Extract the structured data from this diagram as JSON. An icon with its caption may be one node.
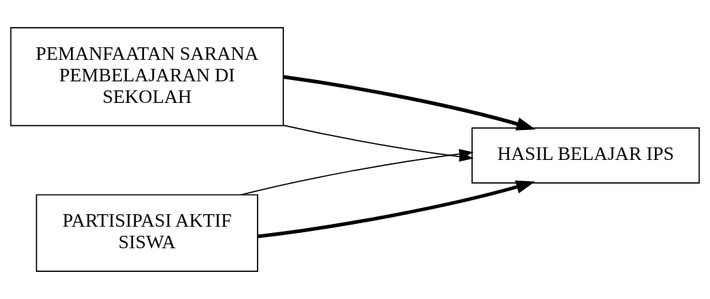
{
  "diagram": {
    "nodes": [
      {
        "text": [
          "PEMANFAATAN SARANA PEMBELAJARAN DI SEKOLAH"
        ]
      },
      {
        "text": [
          "PARTISIPASI AKTIF SISWA"
        ]
      },
      {
        "text": [
          "HASIL BELAJAR IPS"
        ]
      }
    ],
    "edges": [
      {
        "from": 0,
        "to": 2,
        "arrow": "to"
      },
      {
        "from": 0,
        "to": 2,
        "arrow": "to",
        "style": "thick"
      },
      {
        "from": 1,
        "to": 2,
        "arrow": "to",
        "style": "thick"
      },
      {
        "from": 1,
        "to": 2,
        "arrow": "to"
      }
    ]
  }
}
